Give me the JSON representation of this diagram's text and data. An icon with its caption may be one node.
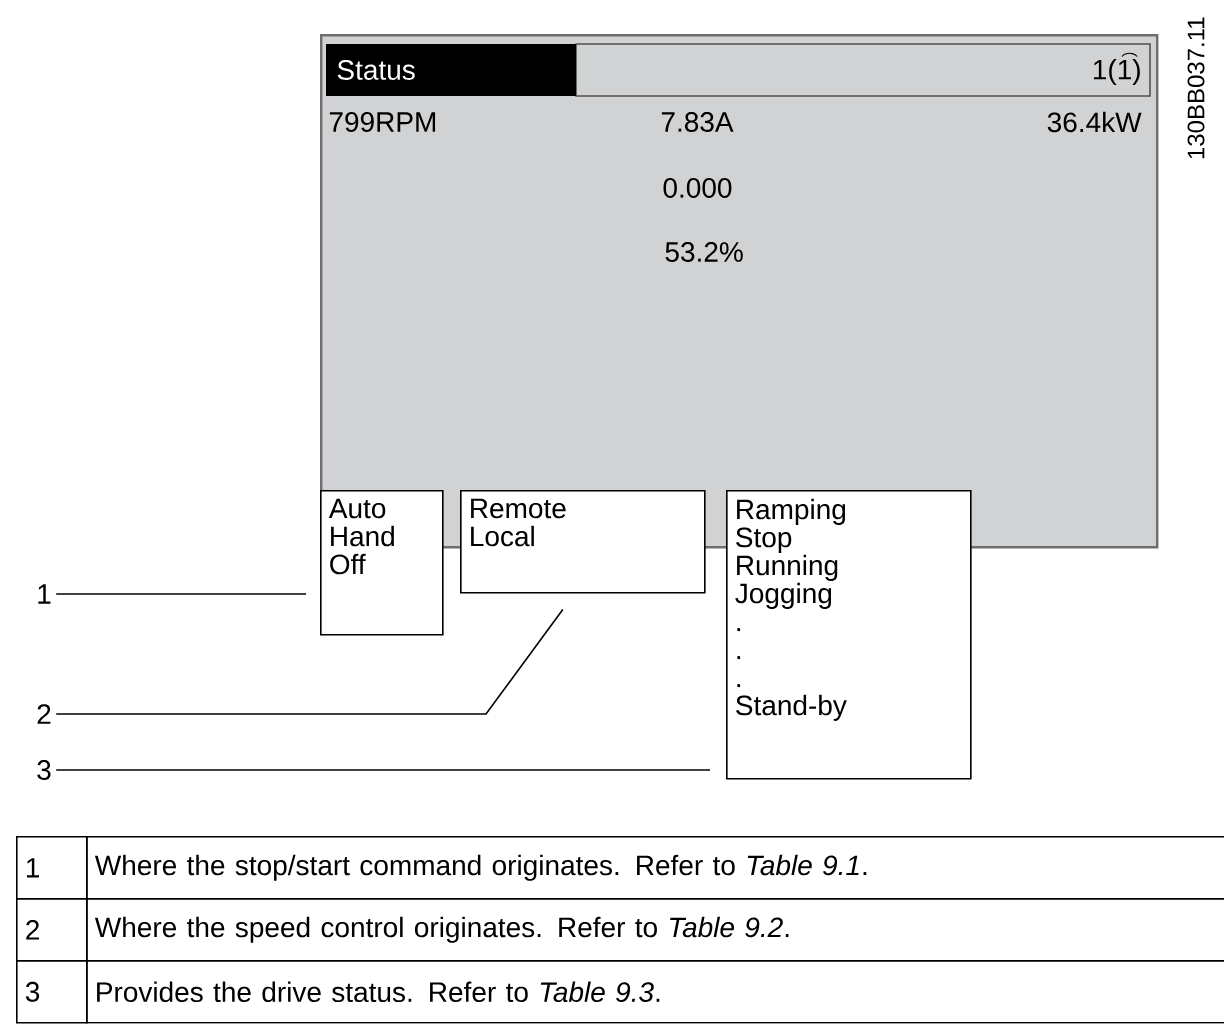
{
  "diagram": {
    "nodes": [
      {
        "text": [
          "Status",
          "1(1)",
          "799RPM",
          "7.83A",
          "36.4kW",
          "0.000",
          "53.2%"
        ]
      },
      {
        "text": [
          "Auto Hand Off"
        ]
      },
      {
        "text": [
          "Remote Local"
        ]
      },
      {
        "text": [
          "Ramping Stop Running Jogging . . . Stand-by"
        ]
      },
      {
        "text": [
          "1"
        ]
      },
      {
        "text": [
          "2"
        ]
      },
      {
        "text": [
          "3"
        ]
      }
    ],
    "edges": [
      {
        "from": 4,
        "to": 1,
        "arrow": "none"
      },
      {
        "from": 5,
        "to": 2,
        "arrow": "none"
      },
      {
        "from": 6,
        "to": 3,
        "arrow": "none"
      }
    ],
    "labels": [
      "130BB037.11",
      "1",
      "Where the stop/start command originates. Refer to *Table 9.1*.",
      "2",
      "Where the speed control originates. Refer to *Table 9.2*.",
      "3",
      "Provides the drive status. Refer to *Table 9.3*."
    ]
  }
}
